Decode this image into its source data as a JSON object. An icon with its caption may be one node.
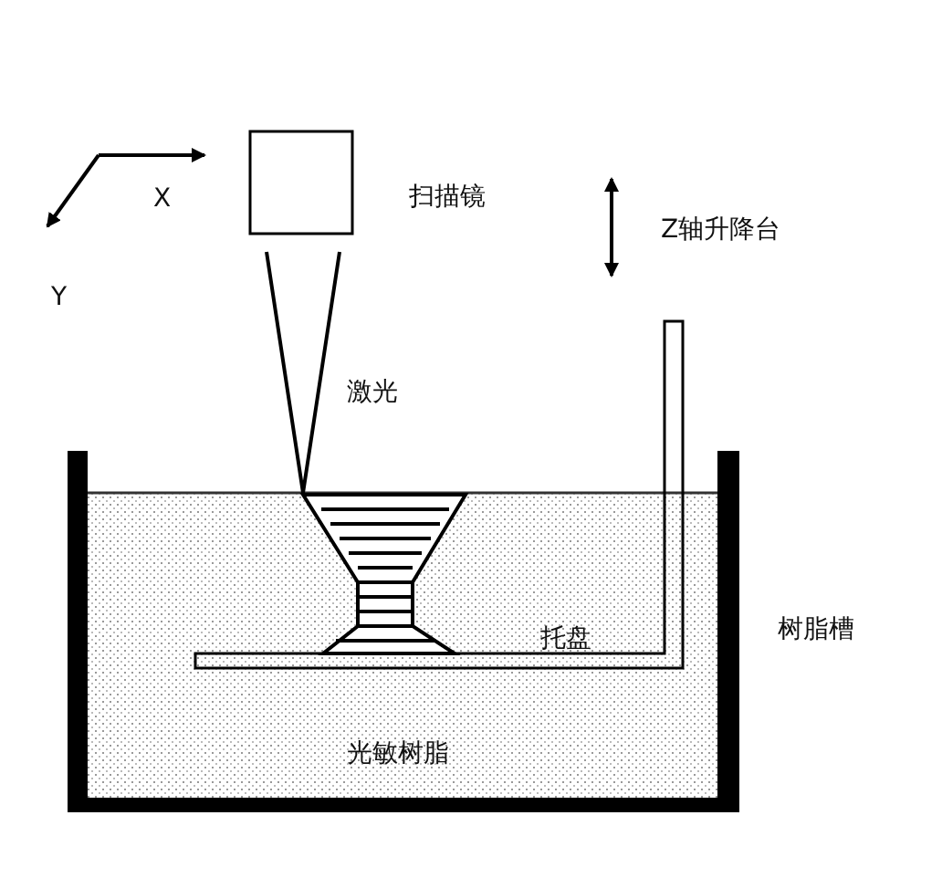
{
  "diagram": {
    "labels": [
      "X",
      "扫描镜",
      "Z轴升降台",
      "Y",
      "激光",
      "树脂槽",
      "托盘",
      "光敏树脂"
    ]
  }
}
